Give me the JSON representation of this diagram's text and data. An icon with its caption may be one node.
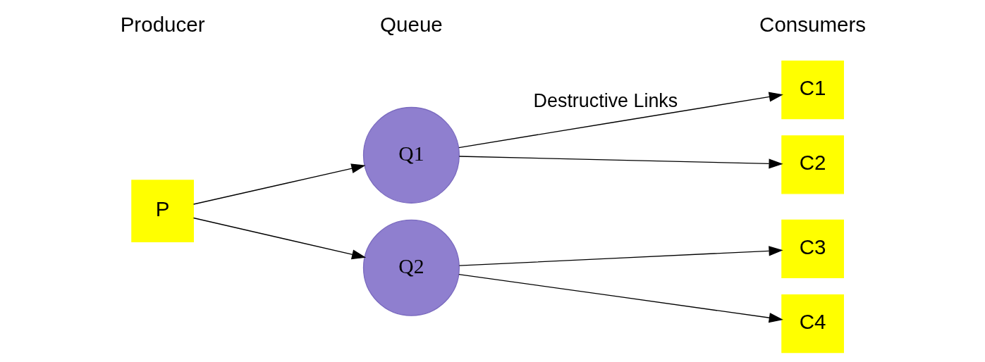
{
  "diagram": {
    "nodes": [
      {
        "text": [
          "P"
        ]
      },
      {
        "text": [
          "Q1"
        ]
      },
      {
        "text": [
          "Q2"
        ]
      },
      {
        "text": [
          "C1"
        ]
      },
      {
        "text": [
          "C2"
        ]
      },
      {
        "text": [
          "C3"
        ]
      },
      {
        "text": [
          "C4"
        ]
      }
    ],
    "edges": [
      {
        "from": 0,
        "to": 1,
        "arrow": "to"
      },
      {
        "from": 0,
        "to": 2,
        "arrow": "to"
      },
      {
        "from": 1,
        "to": 3,
        "arrow": "to",
        "label": "Destructive Links"
      },
      {
        "from": 1,
        "to": 4,
        "arrow": "to"
      },
      {
        "from": 2,
        "to": 5,
        "arrow": "to"
      },
      {
        "from": 2,
        "to": 6,
        "arrow": "to"
      }
    ],
    "labels": [
      "Producer",
      "Queue",
      "Consumers"
    ]
  }
}
